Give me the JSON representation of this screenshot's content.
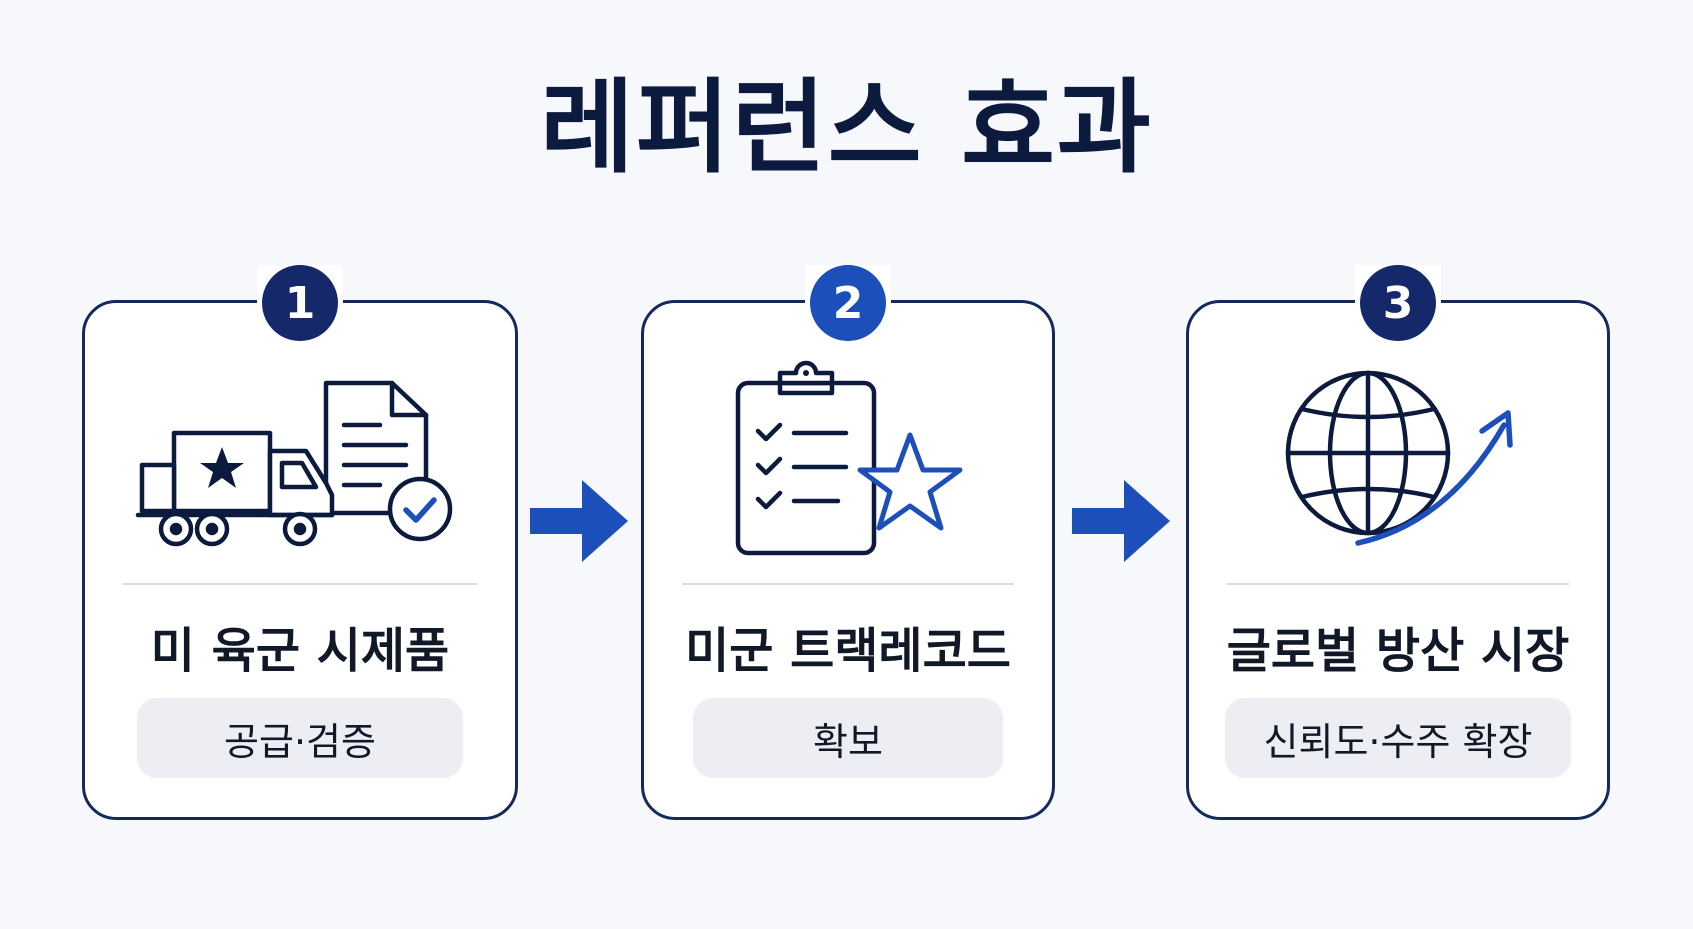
{
  "title": "레퍼런스 효과",
  "colors": {
    "navy": "#15296a",
    "blue": "#1d4fbb",
    "outline": "#152a5c",
    "pill_bg": "#eceef3",
    "text": "#111827"
  },
  "steps": [
    {
      "number": "1",
      "label": "미 육군 시제품",
      "sub_label": "공급·검증",
      "icon": "military-truck-document-check-icon"
    },
    {
      "number": "2",
      "label": "미군 트랙레코드",
      "sub_label": "확보",
      "icon": "clipboard-checklist-star-icon"
    },
    {
      "number": "3",
      "label": "글로벌 방산 시장",
      "sub_label": "신뢰도·수주 확장",
      "icon": "globe-growth-arrow-icon"
    }
  ]
}
